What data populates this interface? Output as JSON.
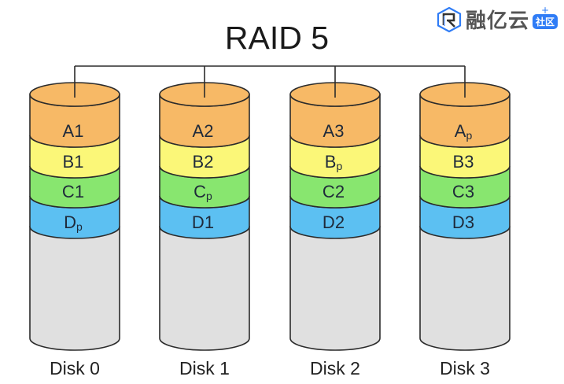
{
  "title": "RAID 5",
  "colors": {
    "A": "#f7b966",
    "B": "#fbf778",
    "C": "#88e66f",
    "D": "#5cc0f2",
    "empty": "#e0e0e0",
    "stroke": "#2b2b2b"
  },
  "disks": [
    {
      "label": "Disk 0",
      "blocks": [
        {
          "row": "A",
          "main": "A",
          "sub": "1"
        },
        {
          "row": "B",
          "main": "B",
          "sub": "1"
        },
        {
          "row": "C",
          "main": "C",
          "sub": "1"
        },
        {
          "row": "D",
          "main": "D",
          "sub": "p"
        }
      ]
    },
    {
      "label": "Disk 1",
      "blocks": [
        {
          "row": "A",
          "main": "A",
          "sub": "2"
        },
        {
          "row": "B",
          "main": "B",
          "sub": "2"
        },
        {
          "row": "C",
          "main": "C",
          "sub": "p"
        },
        {
          "row": "D",
          "main": "D",
          "sub": "1"
        }
      ]
    },
    {
      "label": "Disk 2",
      "blocks": [
        {
          "row": "A",
          "main": "A",
          "sub": "3"
        },
        {
          "row": "B",
          "main": "B",
          "sub": "p"
        },
        {
          "row": "C",
          "main": "C",
          "sub": "2"
        },
        {
          "row": "D",
          "main": "D",
          "sub": "2"
        }
      ]
    },
    {
      "label": "Disk 3",
      "blocks": [
        {
          "row": "A",
          "main": "A",
          "sub": "p"
        },
        {
          "row": "B",
          "main": "B",
          "sub": "3"
        },
        {
          "row": "C",
          "main": "C",
          "sub": "3"
        },
        {
          "row": "D",
          "main": "D",
          "sub": "3"
        }
      ]
    }
  ],
  "watermark": {
    "brand": "融亿云",
    "plus": "+",
    "badge": "社区",
    "icon": "hexagon-logo-icon"
  }
}
